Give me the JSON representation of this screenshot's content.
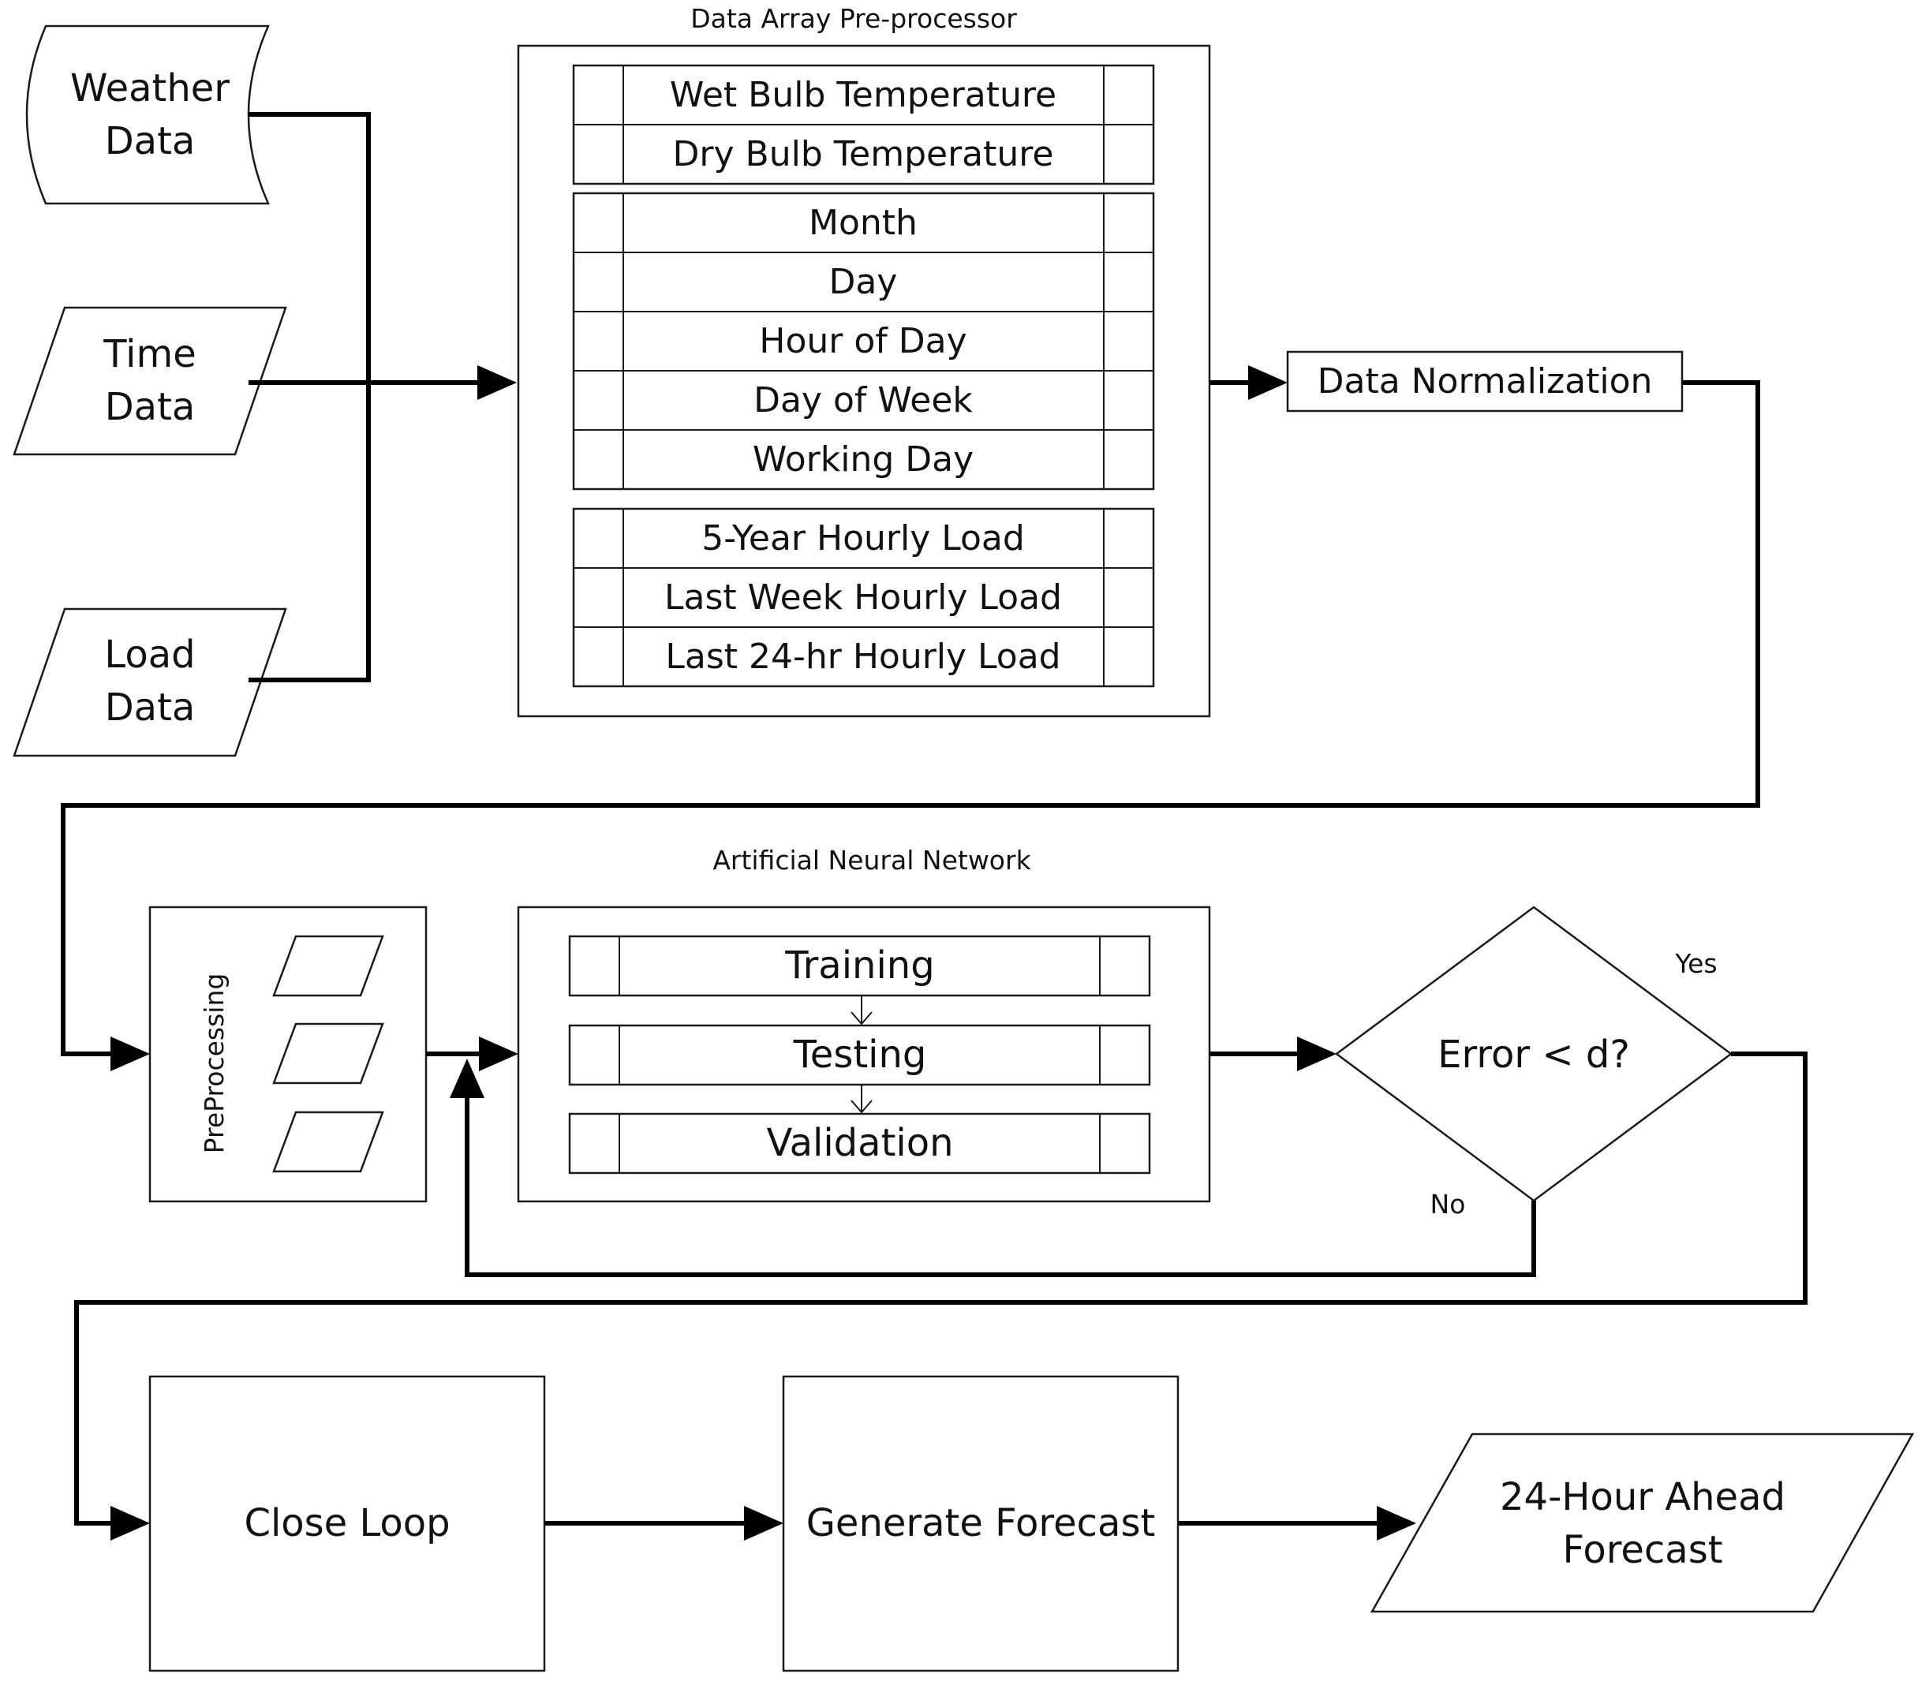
{
  "inputs": {
    "weather": [
      "Weather",
      "Data"
    ],
    "time": [
      "Time",
      "Data"
    ],
    "load": [
      "Load",
      "Data"
    ]
  },
  "preprocessor": {
    "title": "Data Array Pre-processor",
    "weather_rows": [
      "Wet Bulb Temperature",
      "Dry Bulb Temperature"
    ],
    "time_rows": [
      "Month",
      "Day",
      "Hour of Day",
      "Day of Week",
      "Working Day"
    ],
    "load_rows": [
      "5-Year Hourly Load",
      "Last Week Hourly Load",
      "Last 24-hr Hourly Load"
    ]
  },
  "normalization": {
    "label": "Data Normalization"
  },
  "ann": {
    "title": "Artificial Neural Network",
    "preprocessing_label": "PreProcessing",
    "stages": [
      "Training",
      "Testing",
      "Validation"
    ]
  },
  "decision": {
    "label": "Error < d?",
    "yes": "Yes",
    "no": "No"
  },
  "close_loop": {
    "label": "Close Loop"
  },
  "generate": {
    "label": "Generate Forecast"
  },
  "output": {
    "lines": [
      "24-Hour Ahead",
      "Forecast"
    ]
  },
  "colors": {
    "stroke": "#000000",
    "background": "#ffffff"
  }
}
